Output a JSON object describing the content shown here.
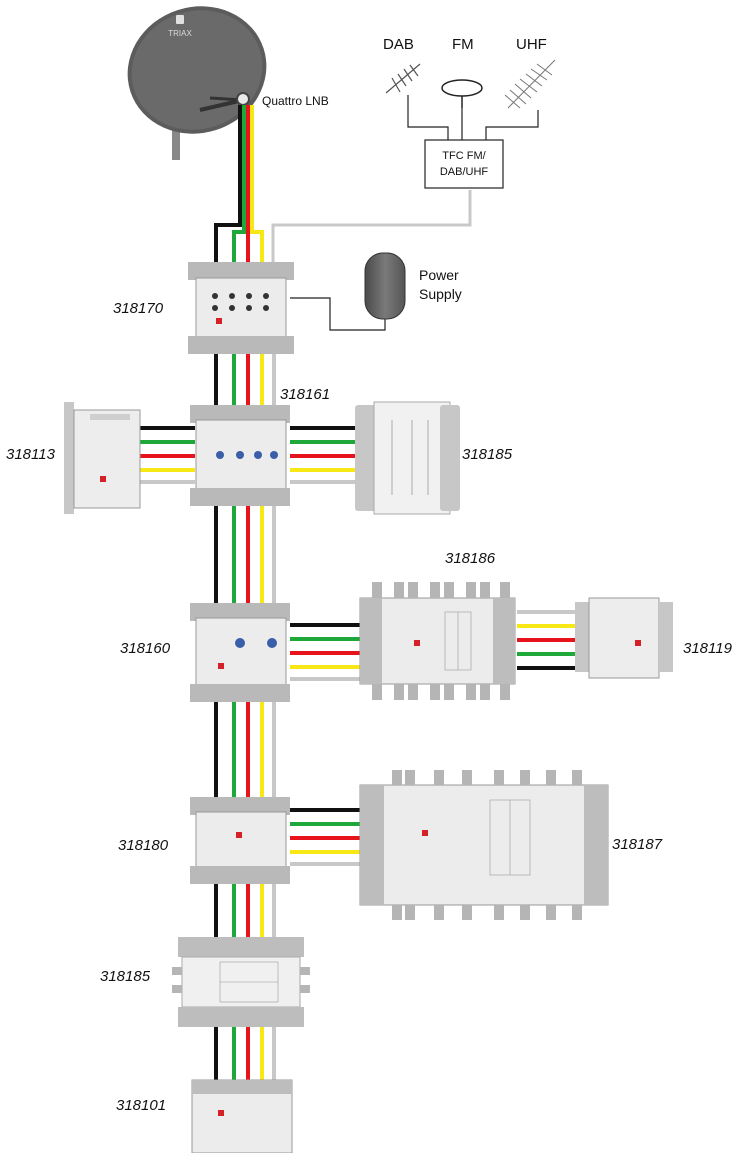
{
  "labels": {
    "dab": "DAB",
    "fm": "FM",
    "uhf": "UHF",
    "lnb": "Quattro LNB",
    "tfc_line1": "TFC FM/",
    "tfc_line2": "DAB/UHF",
    "ps_line1": "Power",
    "ps_line2": "Supply",
    "brand": "TRIAX"
  },
  "devices": [
    {
      "code": "318170"
    },
    {
      "code": "318161"
    },
    {
      "code": "318113"
    },
    {
      "code": "318185"
    },
    {
      "code": "318186"
    },
    {
      "code": "318160"
    },
    {
      "code": "318119"
    },
    {
      "code": "318180"
    },
    {
      "code": "318187"
    },
    {
      "code": "318185"
    },
    {
      "code": "318101"
    }
  ],
  "colors": {
    "cable_black": "#111111",
    "cable_green": "#1fa83a",
    "cable_red": "#e8141b",
    "cable_yellow": "#f7e815",
    "cable_white": "#c8c8c8",
    "dish": "#5c5c5c",
    "device_body": "#e9e9e9",
    "device_frame": "#9a9a9a",
    "triax_red": "#d62027"
  }
}
